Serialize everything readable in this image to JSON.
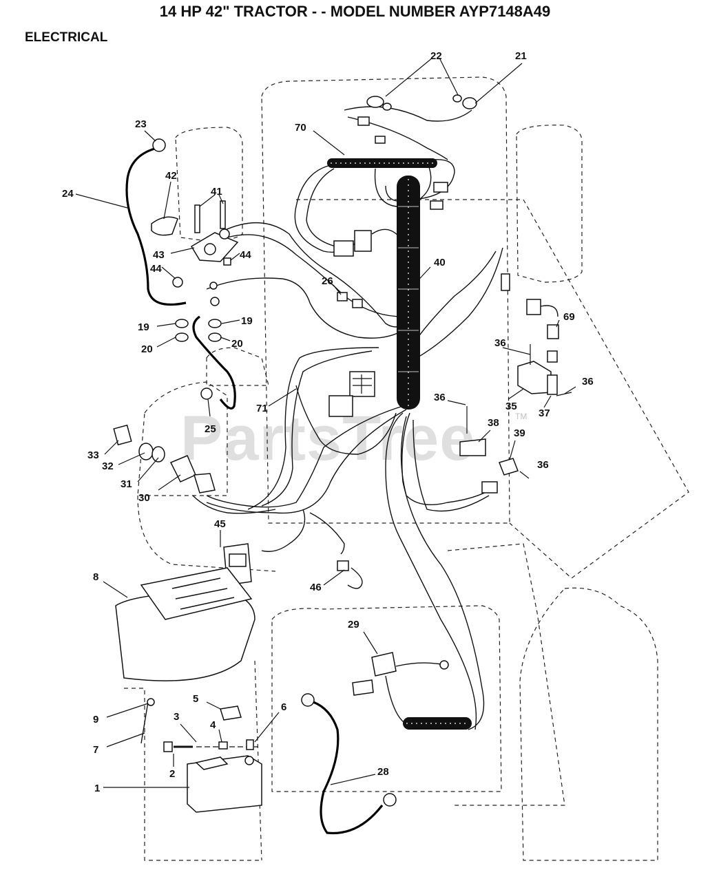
{
  "header": {
    "title": "14 HP 42\" TRACTOR - - MODEL NUMBER AYP7148A49",
    "subtitle": "ELECTRICAL"
  },
  "watermark": {
    "text": "PartsTree",
    "trademark": "TM"
  },
  "callouts": [
    "1",
    "2",
    "3",
    "4",
    "5",
    "6",
    "7",
    "8",
    "9",
    "19",
    "19",
    "20",
    "20",
    "21",
    "22",
    "23",
    "24",
    "25",
    "26",
    "28",
    "29",
    "30",
    "31",
    "32",
    "33",
    "35",
    "36",
    "36",
    "36",
    "36",
    "37",
    "38",
    "39",
    "40",
    "41",
    "42",
    "43",
    "44",
    "44",
    "45",
    "46",
    "69",
    "70",
    "71"
  ]
}
